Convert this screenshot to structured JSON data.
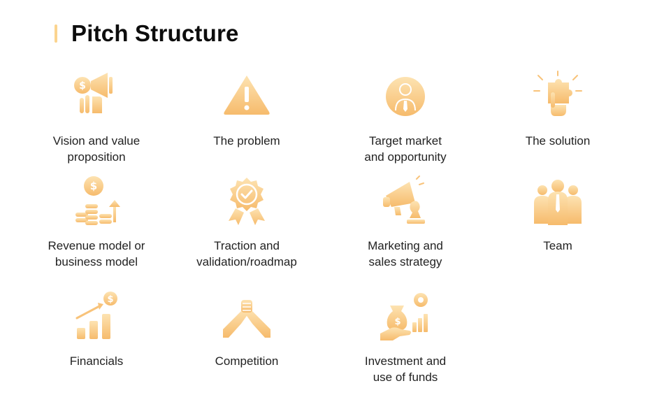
{
  "title": "Pitch Structure",
  "accent_color": "#f8c37a",
  "items": [
    {
      "label": "Vision and value\nproposition",
      "icon": "megaphone-dollar-icon"
    },
    {
      "label": "The problem",
      "icon": "warning-icon"
    },
    {
      "label": "Target market\nand opportunity",
      "icon": "target-person-icon"
    },
    {
      "label": "The solution",
      "icon": "puzzle-hand-icon"
    },
    {
      "label": "Revenue model or\nbusiness model",
      "icon": "coins-growth-icon"
    },
    {
      "label": "Traction and\nvalidation/roadmap",
      "icon": "badge-check-icon"
    },
    {
      "label": "Marketing and\nsales strategy",
      "icon": "megaphone-chess-icon"
    },
    {
      "label": "Team",
      "icon": "team-icon"
    },
    {
      "label": "Financials",
      "icon": "financial-chart-icon"
    },
    {
      "label": "Competition",
      "icon": "arm-wrestling-icon"
    },
    {
      "label": "Investment and\nuse of funds",
      "icon": "investment-hand-icon"
    }
  ]
}
